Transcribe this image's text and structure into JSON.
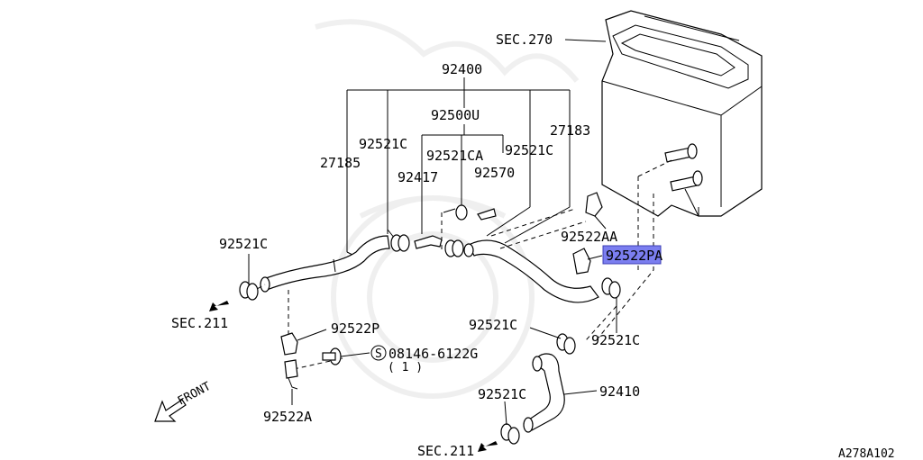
{
  "labels": {
    "sec270": "SEC.270",
    "p92400": "92400",
    "p92500u": "92500U",
    "p92521c_a": "92521C",
    "p92521ca": "92521CA",
    "p92521c_b": "92521C",
    "p27183": "27183",
    "p27185": "27185",
    "p92417": "92417",
    "p92570": "92570",
    "p92522aa": "92522AA",
    "p92522pa": "92522PA",
    "p92521c_left": "92521C",
    "sec211_left": "SEC.211",
    "p92522p": "92522P",
    "s_symbol": "S",
    "p08146": "08146-6122G",
    "qty": "( 1 )",
    "front": "FRONT",
    "p92522a": "92522A",
    "p92521c_mid": "92521C",
    "p92521c_right": "92521C",
    "p92410": "92410",
    "p92521c_bottom": "92521C",
    "sec211_bottom": "SEC.211",
    "code": "A278A102"
  },
  "colors": {
    "highlight_fill": "#7b7ef0",
    "highlight_stroke": "#3c3fb5",
    "line": "#000000"
  },
  "highlighted_part": "92522PA"
}
